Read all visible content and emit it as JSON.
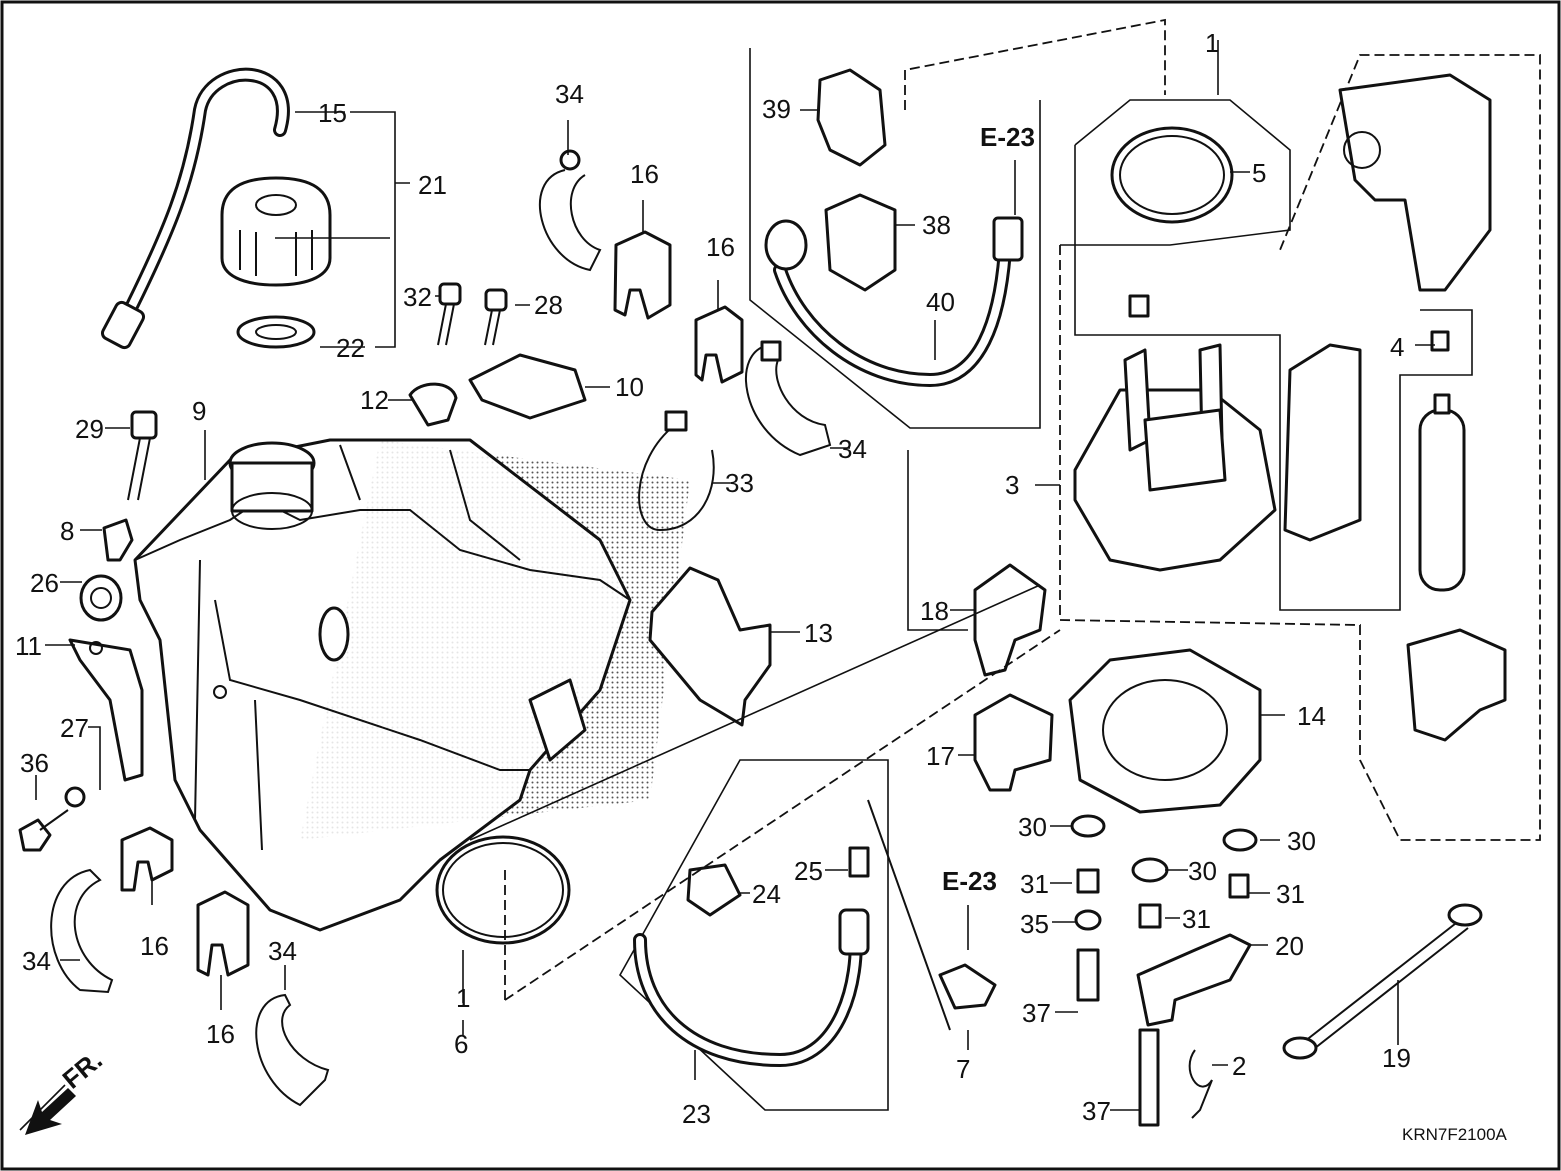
{
  "callouts": [
    {
      "id": "15",
      "text": "15"
    },
    {
      "id": "21",
      "text": "21"
    },
    {
      "id": "22",
      "text": "22"
    },
    {
      "id": "34a",
      "text": "34"
    },
    {
      "id": "16a",
      "text": "16"
    },
    {
      "id": "16b",
      "text": "16"
    },
    {
      "id": "39",
      "text": "39"
    },
    {
      "id": "38",
      "text": "38"
    },
    {
      "id": "40",
      "text": "40"
    },
    {
      "id": "34b",
      "text": "34"
    },
    {
      "id": "1a",
      "text": "1"
    },
    {
      "id": "5",
      "text": "5"
    },
    {
      "id": "4",
      "text": "4"
    },
    {
      "id": "3",
      "text": "3"
    },
    {
      "id": "32",
      "text": "32"
    },
    {
      "id": "28",
      "text": "28"
    },
    {
      "id": "12",
      "text": "12"
    },
    {
      "id": "10",
      "text": "10"
    },
    {
      "id": "29",
      "text": "29"
    },
    {
      "id": "9",
      "text": "9"
    },
    {
      "id": "33",
      "text": "33"
    },
    {
      "id": "8",
      "text": "8"
    },
    {
      "id": "26",
      "text": "26"
    },
    {
      "id": "11",
      "text": "11"
    },
    {
      "id": "13",
      "text": "13"
    },
    {
      "id": "18",
      "text": "18"
    },
    {
      "id": "27",
      "text": "27"
    },
    {
      "id": "36",
      "text": "36"
    },
    {
      "id": "14",
      "text": "14"
    },
    {
      "id": "17",
      "text": "17"
    },
    {
      "id": "30a",
      "text": "30"
    },
    {
      "id": "30b",
      "text": "30"
    },
    {
      "id": "30c",
      "text": "30"
    },
    {
      "id": "31a",
      "text": "31"
    },
    {
      "id": "31b",
      "text": "31"
    },
    {
      "id": "31c",
      "text": "31"
    },
    {
      "id": "35",
      "text": "35"
    },
    {
      "id": "20",
      "text": "20"
    },
    {
      "id": "37a",
      "text": "37"
    },
    {
      "id": "37b",
      "text": "37"
    },
    {
      "id": "2",
      "text": "2"
    },
    {
      "id": "19",
      "text": "19"
    },
    {
      "id": "24",
      "text": "24"
    },
    {
      "id": "25",
      "text": "25"
    },
    {
      "id": "23",
      "text": "23"
    },
    {
      "id": "7",
      "text": "7"
    },
    {
      "id": "34c",
      "text": "34"
    },
    {
      "id": "16c",
      "text": "16"
    },
    {
      "id": "34d",
      "text": "34"
    },
    {
      "id": "16d",
      "text": "16"
    },
    {
      "id": "1b",
      "text": "1"
    },
    {
      "id": "6",
      "text": "6"
    }
  ],
  "references": {
    "top": "E-23",
    "bottom": "E-23"
  },
  "direction_label": "FR.",
  "diagram_code": "KRN7F2100A"
}
